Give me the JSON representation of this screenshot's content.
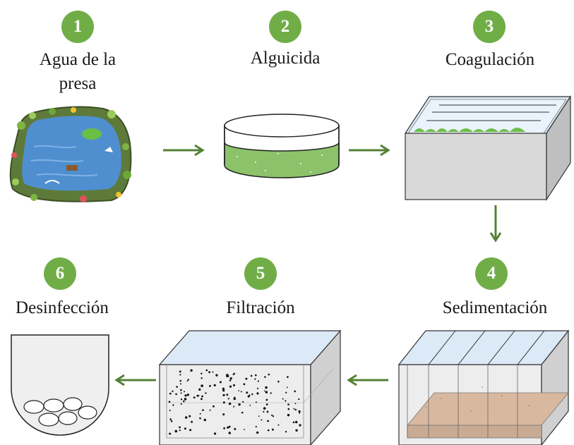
{
  "colors": {
    "step_green": "#70AD47",
    "arrow_green": "#538135",
    "water_blue": "#4F8FD0",
    "algae_green": "#6BBF45",
    "sediment_tan": "#C9AA92",
    "box_gray": "#D9D9D9",
    "top_blue": "#DCE9F7"
  },
  "steps": [
    {
      "number": "1",
      "label_lines": [
        "Agua de la",
        "presa"
      ],
      "icon": "reservoir-illustration"
    },
    {
      "number": "2",
      "label_lines": [
        "Alguicida"
      ],
      "icon": "algaecide-tank-illustration"
    },
    {
      "number": "3",
      "label_lines": [
        "Coagulación"
      ],
      "icon": "coagulation-tank-illustration"
    },
    {
      "number": "4",
      "label_lines": [
        "Sedimentación"
      ],
      "icon": "sedimentation-tank-illustration"
    },
    {
      "number": "5",
      "label_lines": [
        "Filtración"
      ],
      "icon": "filtration-tank-illustration"
    },
    {
      "number": "6",
      "label_lines": [
        "Desinfección"
      ],
      "icon": "disinfection-vessel-illustration"
    }
  ],
  "arrows": [
    {
      "from": "1",
      "to": "2",
      "direction": "right"
    },
    {
      "from": "2",
      "to": "3",
      "direction": "right"
    },
    {
      "from": "3",
      "to": "4",
      "direction": "down"
    },
    {
      "from": "4",
      "to": "5",
      "direction": "left"
    },
    {
      "from": "5",
      "to": "6",
      "direction": "left"
    }
  ]
}
